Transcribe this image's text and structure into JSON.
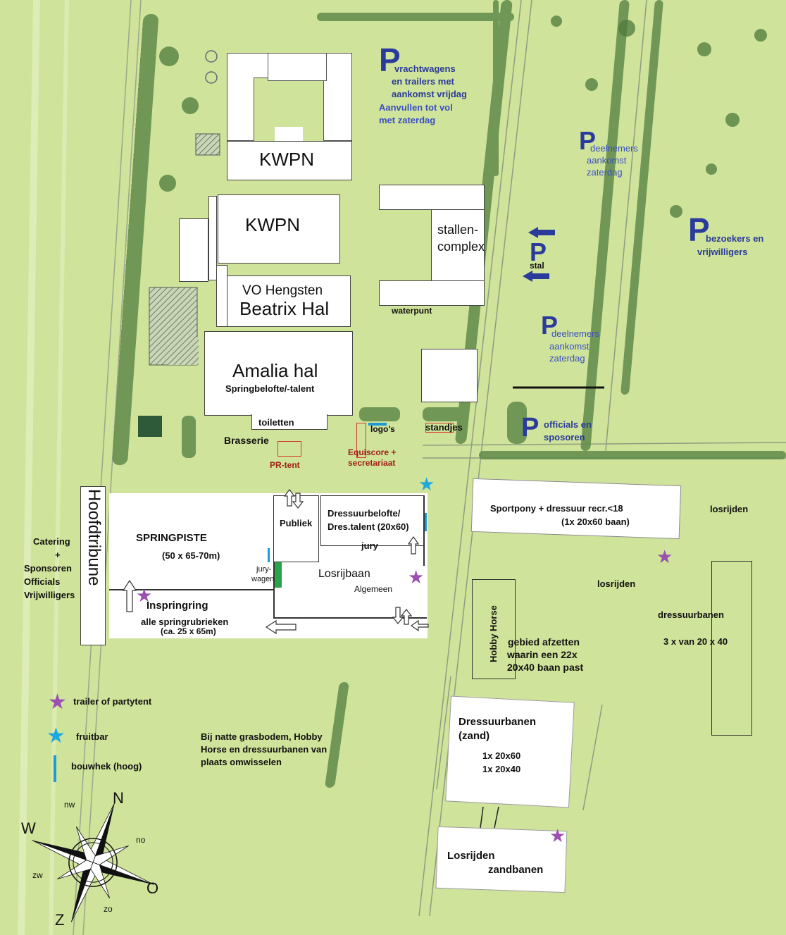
{
  "buildings": {
    "kwpn_top": "KWPN",
    "kwpn_mid": "KWPN",
    "vo_hengsten": "VO Hengsten",
    "beatrix_hal": "Beatrix Hal",
    "amalia_hal": "Amalia hal",
    "springbelofte": "Springbelofte/-talent",
    "toiletten": "toiletten",
    "brasserie": "Brasserie",
    "pr_tent": "PR-tent",
    "equiscore_line1": "Equiscore +",
    "equiscore_line2": "secretariaat",
    "logos": "logo's",
    "standjes": "standjes",
    "stallen_line1": "stallen-",
    "stallen_line2": "complex",
    "waterpunt": "waterpunt",
    "hoofdtribune": "Hoofdtribune"
  },
  "parking": {
    "p_letter": "P",
    "vracht_line1": "vrachtwagens",
    "vracht_line2": "en trailers met",
    "vracht_line3": "aankomst vrijdag",
    "aanvullen_line1": "Aanvullen tot vol",
    "aanvullen_line2": "met zaterdag",
    "deelnemers1_line1": "deelnemers",
    "deelnemers1_line2": "aankomst",
    "deelnemers1_line3": "zaterdag",
    "stal": "stal",
    "bezoekers_line1": "bezoekers en",
    "bezoekers_line2": "vrijwilligers",
    "deelnemers2_line1": "deelnemers",
    "deelnemers2_line2": "aankomst",
    "deelnemers2_line3": "zaterdag",
    "officials_line1": "officials en",
    "officials_line2": "sposoren"
  },
  "arena": {
    "springpiste": "SPRINGPISTE",
    "springpiste_size": "(50 x 65-70m)",
    "publiek": "Publiek",
    "dressuur_line1": "Dressuurbelofte/",
    "dressuur_line2": "Dres.talent (20x60)",
    "jury": "jury",
    "jury_wagen_line1": "jury-",
    "jury_wagen_line2": "wagen",
    "losrijbaan": "Losrijbaan",
    "algemeen": "Algemeen",
    "inspringring": "Inspringring",
    "alle_springrubrieken": "alle springrubrieken",
    "inspring_size": "(ca. 25 x 65m)"
  },
  "side_labels": {
    "catering": "Catering",
    "plus": "+",
    "sponsoren": "Sponsoren",
    "officials": "Officials",
    "vrijwilligers": "Vrijwilligers"
  },
  "east": {
    "sportpony_line1": "Sportpony + dressuur recr.<18",
    "sportpony_line2": "(1x 20x60 baan)",
    "losrijden1": "losrijden",
    "losrijden2": "losrijden",
    "dressuurbanen": "dressuurbanen",
    "dressuurbanen_size": "3 x van 20 x 40",
    "hobby_horse": "Hobby Horse",
    "gebied_line1": "gebied afzetten",
    "gebied_line2": "waarin een 22x",
    "gebied_line3": "20x40 baan past",
    "zand_line1": "Dressuurbanen",
    "zand_line2": "(zand)",
    "zand_size1": "1x 20x60",
    "zand_size2": "1x 20x40",
    "losrijden_zand_line1": "Losrijden",
    "losrijden_zand_line2": "zandbanen"
  },
  "legend": {
    "trailer": "trailer of partytent",
    "fruitbar": "fruitbar",
    "bouwhek": "bouwhek (hoog)",
    "note_line1": "Bij natte grasbodem, Hobby",
    "note_line2": "Horse en dressuurbanen van",
    "note_line3": "plaats omwisselen"
  },
  "compass": {
    "n": "N",
    "no": "no",
    "o": "O",
    "zo": "zo",
    "z": "Z",
    "zw": "zw",
    "w": "W",
    "nw": "nw"
  },
  "colors": {
    "grass": "#cfe39a",
    "trees": "#5f8a4a",
    "parking_blue": "#2a3b9c",
    "star_purple": "#9b4fb0",
    "star_cyan": "#1ea8e0",
    "fence_blue": "#1e9ad6",
    "jury_green": "#2aa34a",
    "red_outline": "#d43a2a"
  }
}
